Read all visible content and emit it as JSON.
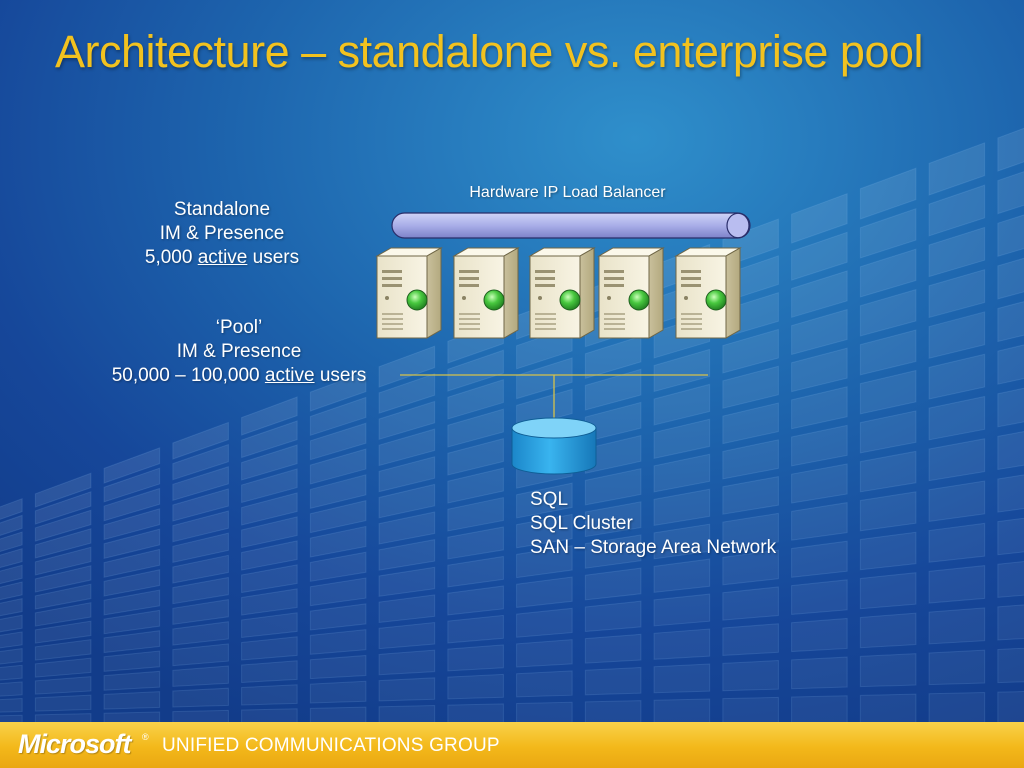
{
  "slide": {
    "title": "Architecture – standalone vs. enterprise pool"
  },
  "standalone": {
    "line1": "Standalone",
    "line2": "IM & Presence",
    "count": "5,000",
    "emphasis": "active",
    "suffix": "users"
  },
  "pool": {
    "line1": "‘Pool’",
    "line2": "IM & Presence",
    "count": "50,000 – 100,000",
    "emphasis": "active",
    "suffix": "users"
  },
  "load_balancer": {
    "label": "Hardware IP Load Balancer"
  },
  "servers": [
    {
      "icon": "server-icon",
      "status_color": "#3fbf3f"
    },
    {
      "icon": "server-icon",
      "status_color": "#3fbf3f"
    },
    {
      "icon": "server-icon",
      "status_color": "#3fbf3f"
    },
    {
      "icon": "server-icon",
      "status_color": "#3fbf3f"
    },
    {
      "icon": "server-icon",
      "status_color": "#3fbf3f"
    }
  ],
  "database": {
    "icon": "database-icon",
    "line1": "SQL",
    "line2": "SQL Cluster",
    "line3": "SAN – Storage Area Network"
  },
  "footer": {
    "logo_text": "Microsoft",
    "trademark": "®",
    "group": "UNIFIED COMMUNICATIONS GROUP"
  },
  "colors": {
    "title": "#f2c21f",
    "connector": "#d6c24a",
    "lb_bar": "#a9aee8",
    "database": "#27a4e2",
    "footer": "#f3b81a"
  }
}
